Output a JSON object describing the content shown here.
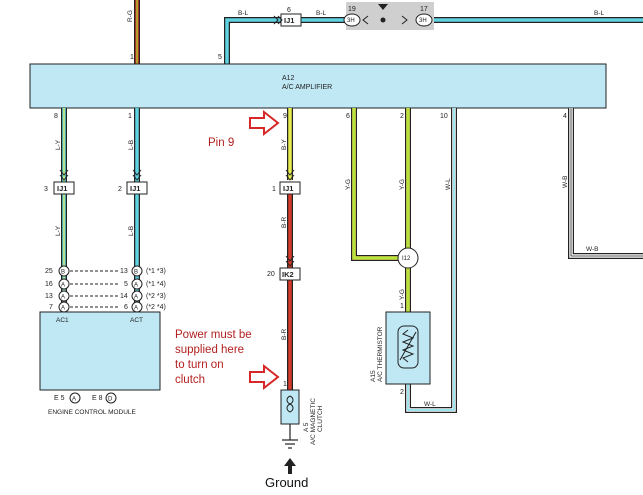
{
  "amplifier": {
    "code": "A12",
    "name": "A/C AMPLIFIER"
  },
  "top": {
    "wire_rg": "R-G",
    "pin_1": "1",
    "pin_5": "5",
    "wire_bl_a": "B-L",
    "wire_bl_b": "B-L",
    "wire_bl_c": "B-L",
    "ij1_pin": "6",
    "ij1_label": "IJ1",
    "pin_19": "19",
    "pin_17": "17",
    "conn_3h_a": "3H",
    "conn_3h_b": "3H"
  },
  "ac1_branch": {
    "amp_pin": "8",
    "wire_1": "L-Y",
    "ij1_pin": "3",
    "ij1_label": "IJ1",
    "wire_2": "L-Y",
    "ecm_pins": [
      "25",
      "16",
      "13",
      "7"
    ],
    "ecm_letters": [
      "B",
      "A",
      "A",
      "A"
    ]
  },
  "act_branch": {
    "amp_pin": "1",
    "wire_1": "L-B",
    "ij1_pin": "2",
    "ij1_label": "IJ1",
    "wire_2": "L-B",
    "ecm_pins": [
      "13",
      "5",
      "14",
      "6"
    ],
    "ecm_letters": [
      "B",
      "A",
      "A",
      "A"
    ],
    "notes": [
      "(*1 *3)",
      "(*1 *4)",
      "(*2 *3)",
      "(*2 *4)"
    ]
  },
  "ecm": {
    "ac1": "AC1",
    "act": "ACT",
    "name": "ENGINE CONTROL MODULE",
    "e5": "E 5",
    "e5_letter": "A",
    "e8": "E 8",
    "e8_letter": "D"
  },
  "clutch_branch": {
    "amp_pin": "9",
    "wire_1": "B-Y",
    "ij1_pin": "1",
    "ij1_label": "IJ1",
    "wire_2": "B-R",
    "ik2_pin": "20",
    "ik2_label": "IK2",
    "wire_3": "B-R",
    "clutch_pin": "1",
    "clutch_code": "A 5",
    "clutch_name_1": "A/C MAGNETIC",
    "clutch_name_2": "CLUTCH"
  },
  "thermistor_branch": {
    "pin_6": "6",
    "pin_2": "2",
    "pin_10": "10",
    "wire_yg_a": "Y-G",
    "wire_yg_b": "Y-G",
    "wire_wl": "W-L",
    "i12_label": "I12",
    "wire_yg_c": "Y-G",
    "therm_pin_1": "1",
    "therm_pin_2": "2",
    "therm_code": "A15",
    "therm_name": "A/C THERMISTOR",
    "wire_wl_bottom": "W-L"
  },
  "wb_branch": {
    "pin": "4",
    "wire_1": "W-B",
    "wire_2": "W-B"
  },
  "annotations": {
    "pin9": "Pin 9",
    "power_1": "Power must be",
    "power_2": "supplied here",
    "power_3": "to turn on",
    "power_4": "clutch",
    "ground": "Ground"
  },
  "colors": {
    "amp_fill": "#bfe8f4",
    "wire_l": "#5fd3e2",
    "wire_y": "#e6ee50",
    "wire_g": "#9be02e",
    "wire_r": "#d63a2a",
    "wire_gray": "#9a9a9a",
    "arrow_red": "#d62828"
  }
}
